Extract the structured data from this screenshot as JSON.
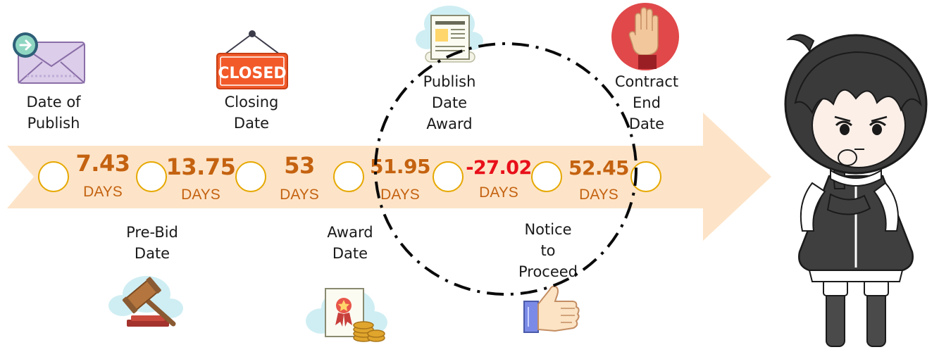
{
  "milestones": {
    "date_of_publish": [
      "Date of",
      "Publish"
    ],
    "closing_date": [
      "Closing",
      "Date"
    ],
    "publish_date_award": [
      "Publish",
      "Date",
      "Award"
    ],
    "contract_end_date": [
      "Contract",
      "End",
      "Date"
    ],
    "pre_bid_date": [
      "Pre-Bid",
      "Date"
    ],
    "award_date": [
      "Award",
      "Date"
    ],
    "notice_to_proceed": [
      "Notice",
      "to",
      "Proceed"
    ]
  },
  "durations": [
    {
      "value": "7.43",
      "unit": "DAYS",
      "negative": false
    },
    {
      "value": "13.75",
      "unit": "DAYS",
      "negative": false
    },
    {
      "value": "53",
      "unit": "DAYS",
      "negative": false
    },
    {
      "value": "51.95",
      "unit": "DAYS",
      "negative": false
    },
    {
      "value": "-27.02",
      "unit": "DAYS",
      "negative": true
    },
    {
      "value": "52.45",
      "unit": "DAYS",
      "negative": false
    }
  ],
  "icons": {
    "closed_sign_text": "CLOSED"
  },
  "colors": {
    "arrow": "#fde4c8",
    "duration": "#c46210",
    "negative": "#e8101a",
    "node_border": "#e6a800"
  }
}
